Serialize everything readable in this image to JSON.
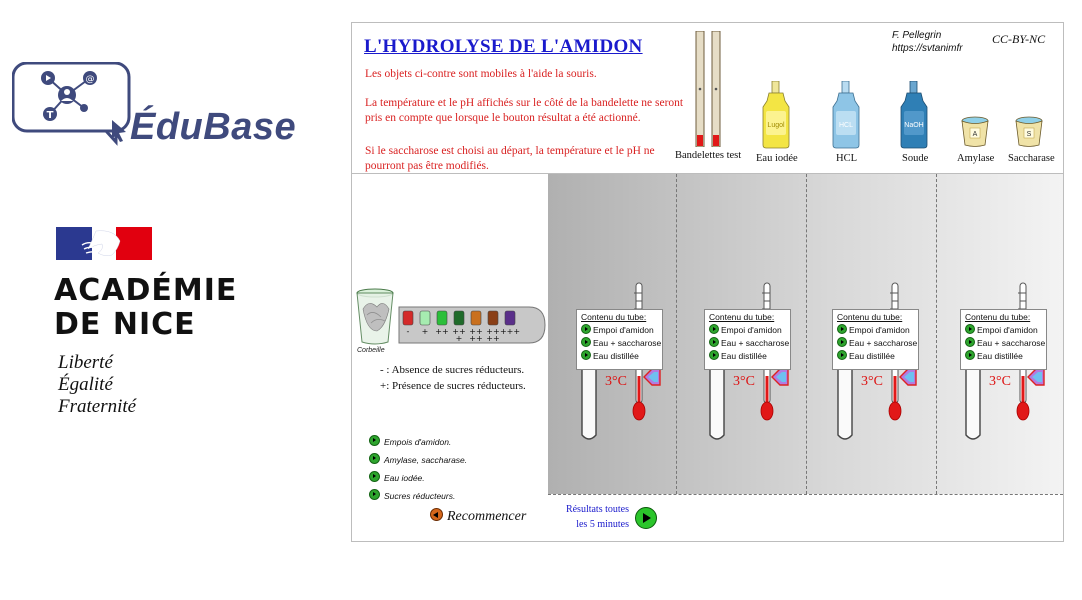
{
  "branding": {
    "edubase_name": "ÉduBase",
    "academie_line1": "ACADÉMIE",
    "academie_line2": "DE NICE",
    "motto": [
      "Liberté",
      "Égalité",
      "Fraternité"
    ]
  },
  "sim": {
    "title": "L'HYDROLYSE DE L'AMIDON",
    "instructions": [
      "Les objets ci-contre sont mobiles à l'aide la souris.",
      "La température et le pH affichés sur le côté de la bandelette ne seront pris en compte que lorsque le bouton résultat a été actionné.",
      "Si le saccharose est choisi au départ, la température et le pH ne pourront pas être modifiés."
    ],
    "author_name": "F. Pellegrin",
    "author_site": "https://svtanimfr",
    "license": "CC-BY-NC",
    "tools": [
      {
        "label": "Bandelettes test",
        "icon": "test-strips-icon"
      },
      {
        "label": "Eau iodée",
        "icon": "lugol-bottle-icon",
        "bottle_text": "Lugol",
        "color": "#f4e64a"
      },
      {
        "label": "HCL",
        "icon": "hcl-bottle-icon",
        "bottle_text": "HCL",
        "color": "#8fc6e8"
      },
      {
        "label": "Soude",
        "icon": "naoh-bottle-icon",
        "bottle_text": "NaOH",
        "color": "#2f7fb5"
      },
      {
        "label": "Amylase",
        "icon": "amylase-cup-icon",
        "cup_text": "A"
      },
      {
        "label": "Saccharase",
        "icon": "saccharase-cup-icon",
        "cup_text": "S"
      }
    ],
    "trash_label": "Corbeille",
    "strip_scale": {
      "colors": [
        "#d42a2a",
        "#a6ecb0",
        "#2bbf3a",
        "#1f6b2a",
        "#c9701e",
        "#8a3f16",
        "#5a2f8a"
      ],
      "signs": [
        "-",
        "+",
        "++",
        "++\n+",
        "++\n++",
        "++\n++",
        "+++"
      ]
    },
    "strip_notes": [
      "- : Absence de sucres réducteurs.",
      "+: Présence de sucres réducteurs."
    ],
    "legend": [
      "Empois d'amidon.",
      "Amylase, saccharase.",
      "Eau iodée.",
      "Sucres réducteurs."
    ],
    "tube_card_title": "Contenu du tube:",
    "tube_card_options": [
      "Empoi d'amidon",
      "Eau + saccharose",
      "Eau distillée"
    ],
    "tubes": [
      {
        "temp": "3°C"
      },
      {
        "temp": "3°C"
      },
      {
        "temp": "3°C"
      },
      {
        "temp": "3°C"
      }
    ],
    "restart_label": "Recommencer",
    "results_label_1": "Résultats toutes",
    "results_label_2": "les 5 minutes"
  }
}
